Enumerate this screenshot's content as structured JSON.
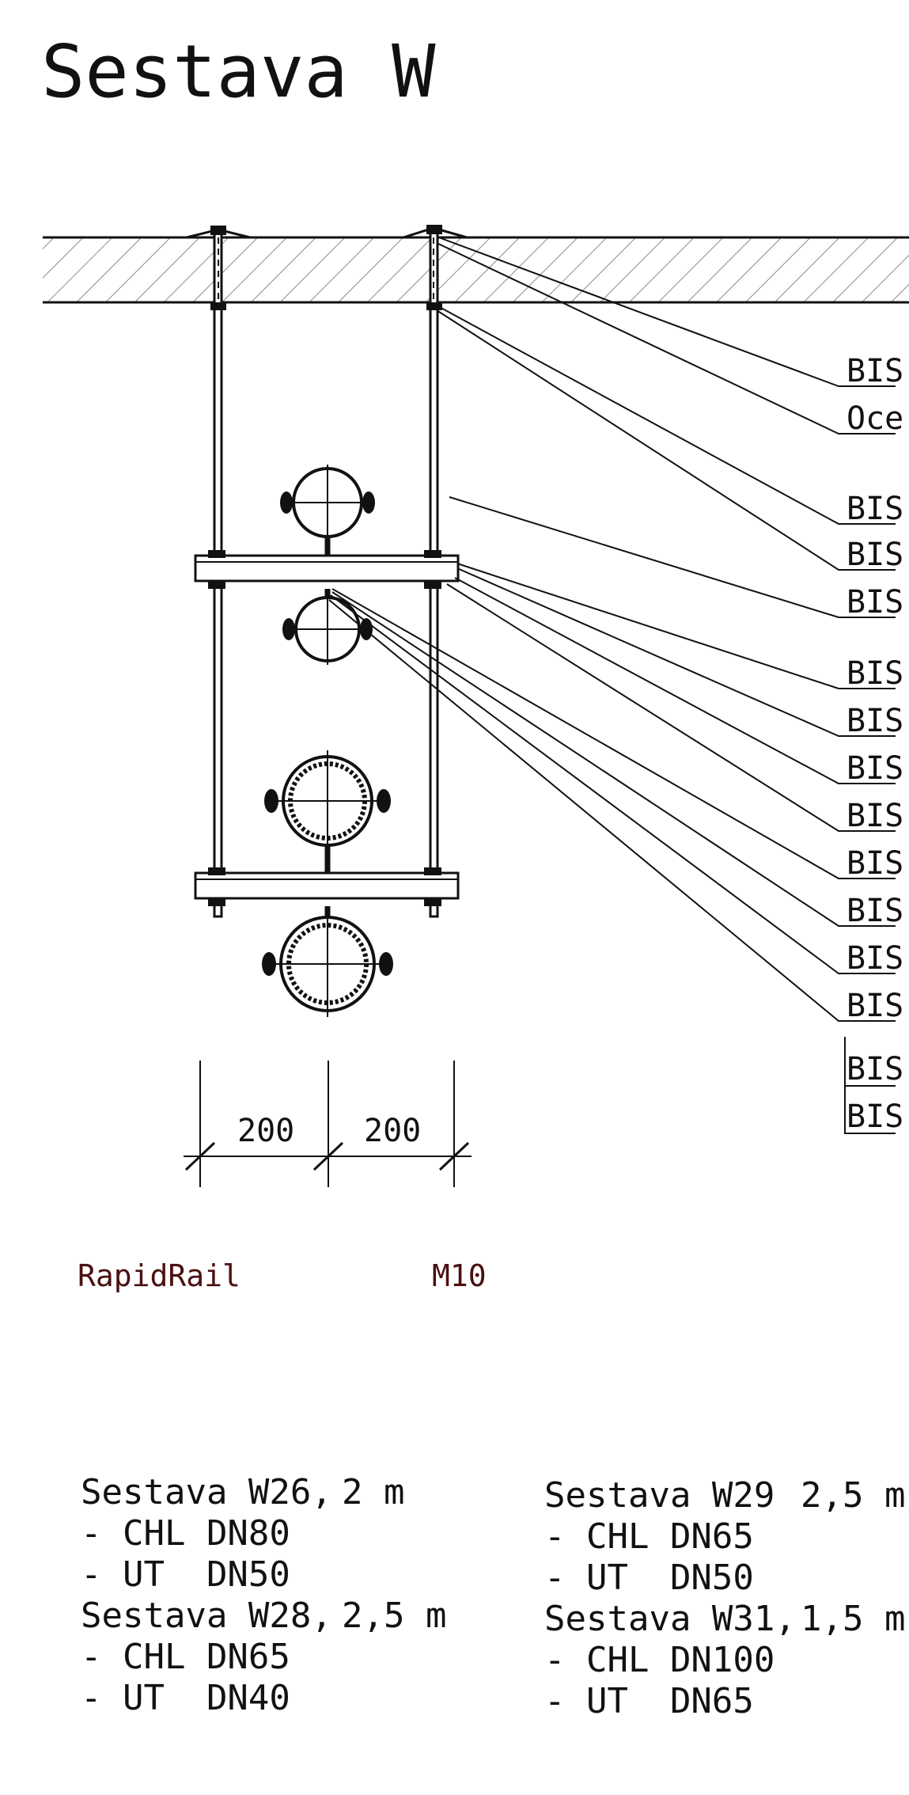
{
  "title": "Sestava W",
  "leader_labels": [
    "BIS",
    "Oce",
    "BIS",
    "BIS",
    "BIS",
    "BIS",
    "BIS",
    "BIS",
    "BIS",
    "BIS",
    "BIS",
    "BIS",
    "BIS",
    "BIS",
    "BIS"
  ],
  "dimensions": [
    "200",
    "200"
  ],
  "product_labels": {
    "rail": "RapidRail",
    "rod": "M10"
  },
  "specs_left": [
    {
      "name": "Sestava W26,",
      "length": "2 m",
      "lines": [
        "- CHL DN80",
        "- UT  DN50"
      ]
    },
    {
      "name": "Sestava W28,",
      "length": "2,5 m",
      "lines": [
        "- CHL DN65",
        "- UT  DN40"
      ]
    }
  ],
  "specs_right": [
    {
      "name": "Sestava W29",
      "length": "2,5 m",
      "lines": [
        "- CHL DN65",
        "- UT  DN50"
      ]
    },
    {
      "name": "Sestava W31,",
      "length": "1,5 m",
      "lines": [
        "- CHL DN100",
        "- UT  DN65"
      ]
    }
  ]
}
